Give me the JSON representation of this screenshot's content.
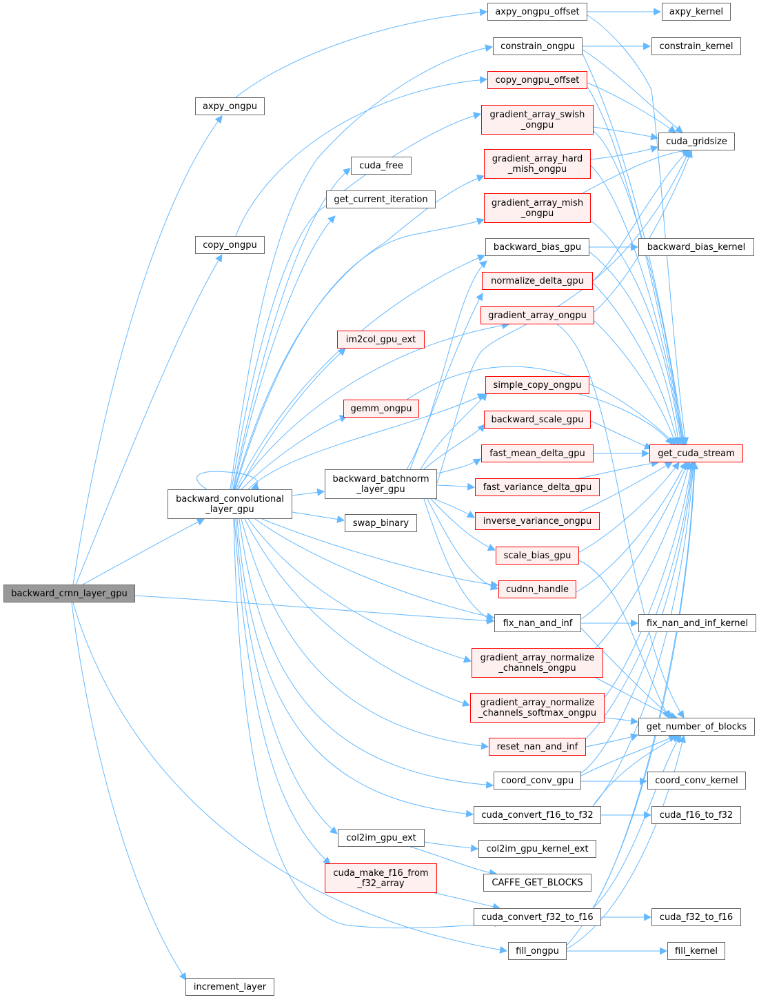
{
  "graph": {
    "edge_color": "#63b8ff",
    "nodes": {
      "n_root": "backward_crnn_layer_gpu",
      "n_axpy": "axpy_ongpu",
      "n_copy": "copy_ongpu",
      "n_bconv": "backward_convolutional\n_layer_gpu",
      "n_incr": "increment_layer",
      "n_axoff": "axpy_ongpu_offset",
      "n_constr": "constrain_ongpu",
      "n_copyoff": "copy_ongpu_offset",
      "n_gswish": "gradient_array_swish\n_ongpu",
      "n_cudafree": "cuda_free",
      "n_gethard": "gradient_array_hard\n_mish_ongpu",
      "n_getiter": "get_current_iteration",
      "n_gmish": "gradient_array_mish\n_ongpu",
      "n_bbias": "backward_bias_gpu",
      "n_normd": "normalize_delta_gpu",
      "n_garr": "gradient_array_ongpu",
      "n_im2col": "im2col_gpu_ext",
      "n_scopy": "simple_copy_ongpu",
      "n_gemm": "gemm_ongpu",
      "n_bscale": "backward_scale_gpu",
      "n_fmd": "fast_mean_delta_gpu",
      "n_bbn": "backward_batchnorm\n_layer_gpu",
      "n_fvd": "fast_variance_delta_gpu",
      "n_swap": "swap_binary",
      "n_invvar": "inverse_variance_ongpu",
      "n_sbias": "scale_bias_gpu",
      "n_cudnn": "cudnn_handle",
      "n_fixnan": "fix_nan_and_inf",
      "n_gnorm": "gradient_array_normalize\n_channels_ongpu",
      "n_gnorms": "gradient_array_normalize\n_channels_softmax_ongpu",
      "n_reset": "reset_nan_and_inf",
      "n_coord": "coord_conv_gpu",
      "n_c16to32": "cuda_convert_f16_to_f32",
      "n_col2im": "col2im_gpu_ext",
      "n_mkf16": "cuda_make_f16_from\n_f32_array",
      "n_c32to16": "cuda_convert_f32_to_f16",
      "n_fill": "fill_ongpu",
      "n_axk": "axpy_kernel",
      "n_conk": "constrain_kernel",
      "n_grid": "cuda_gridsize",
      "n_bbk": "backward_bias_kernel",
      "n_stream": "get_cuda_stream",
      "n_fixk": "fix_nan_and_inf_kernel",
      "n_nblk": "get_number_of_blocks",
      "n_coordk": "coord_conv_kernel",
      "n_f16f32": "cuda_f16_to_f32",
      "n_col2imk": "col2im_gpu_kernel_ext",
      "n_caffe": "CAFFE_GET_BLOCKS",
      "n_f32f16": "cuda_f32_to_f16",
      "n_fillk": "fill_kernel"
    }
  }
}
